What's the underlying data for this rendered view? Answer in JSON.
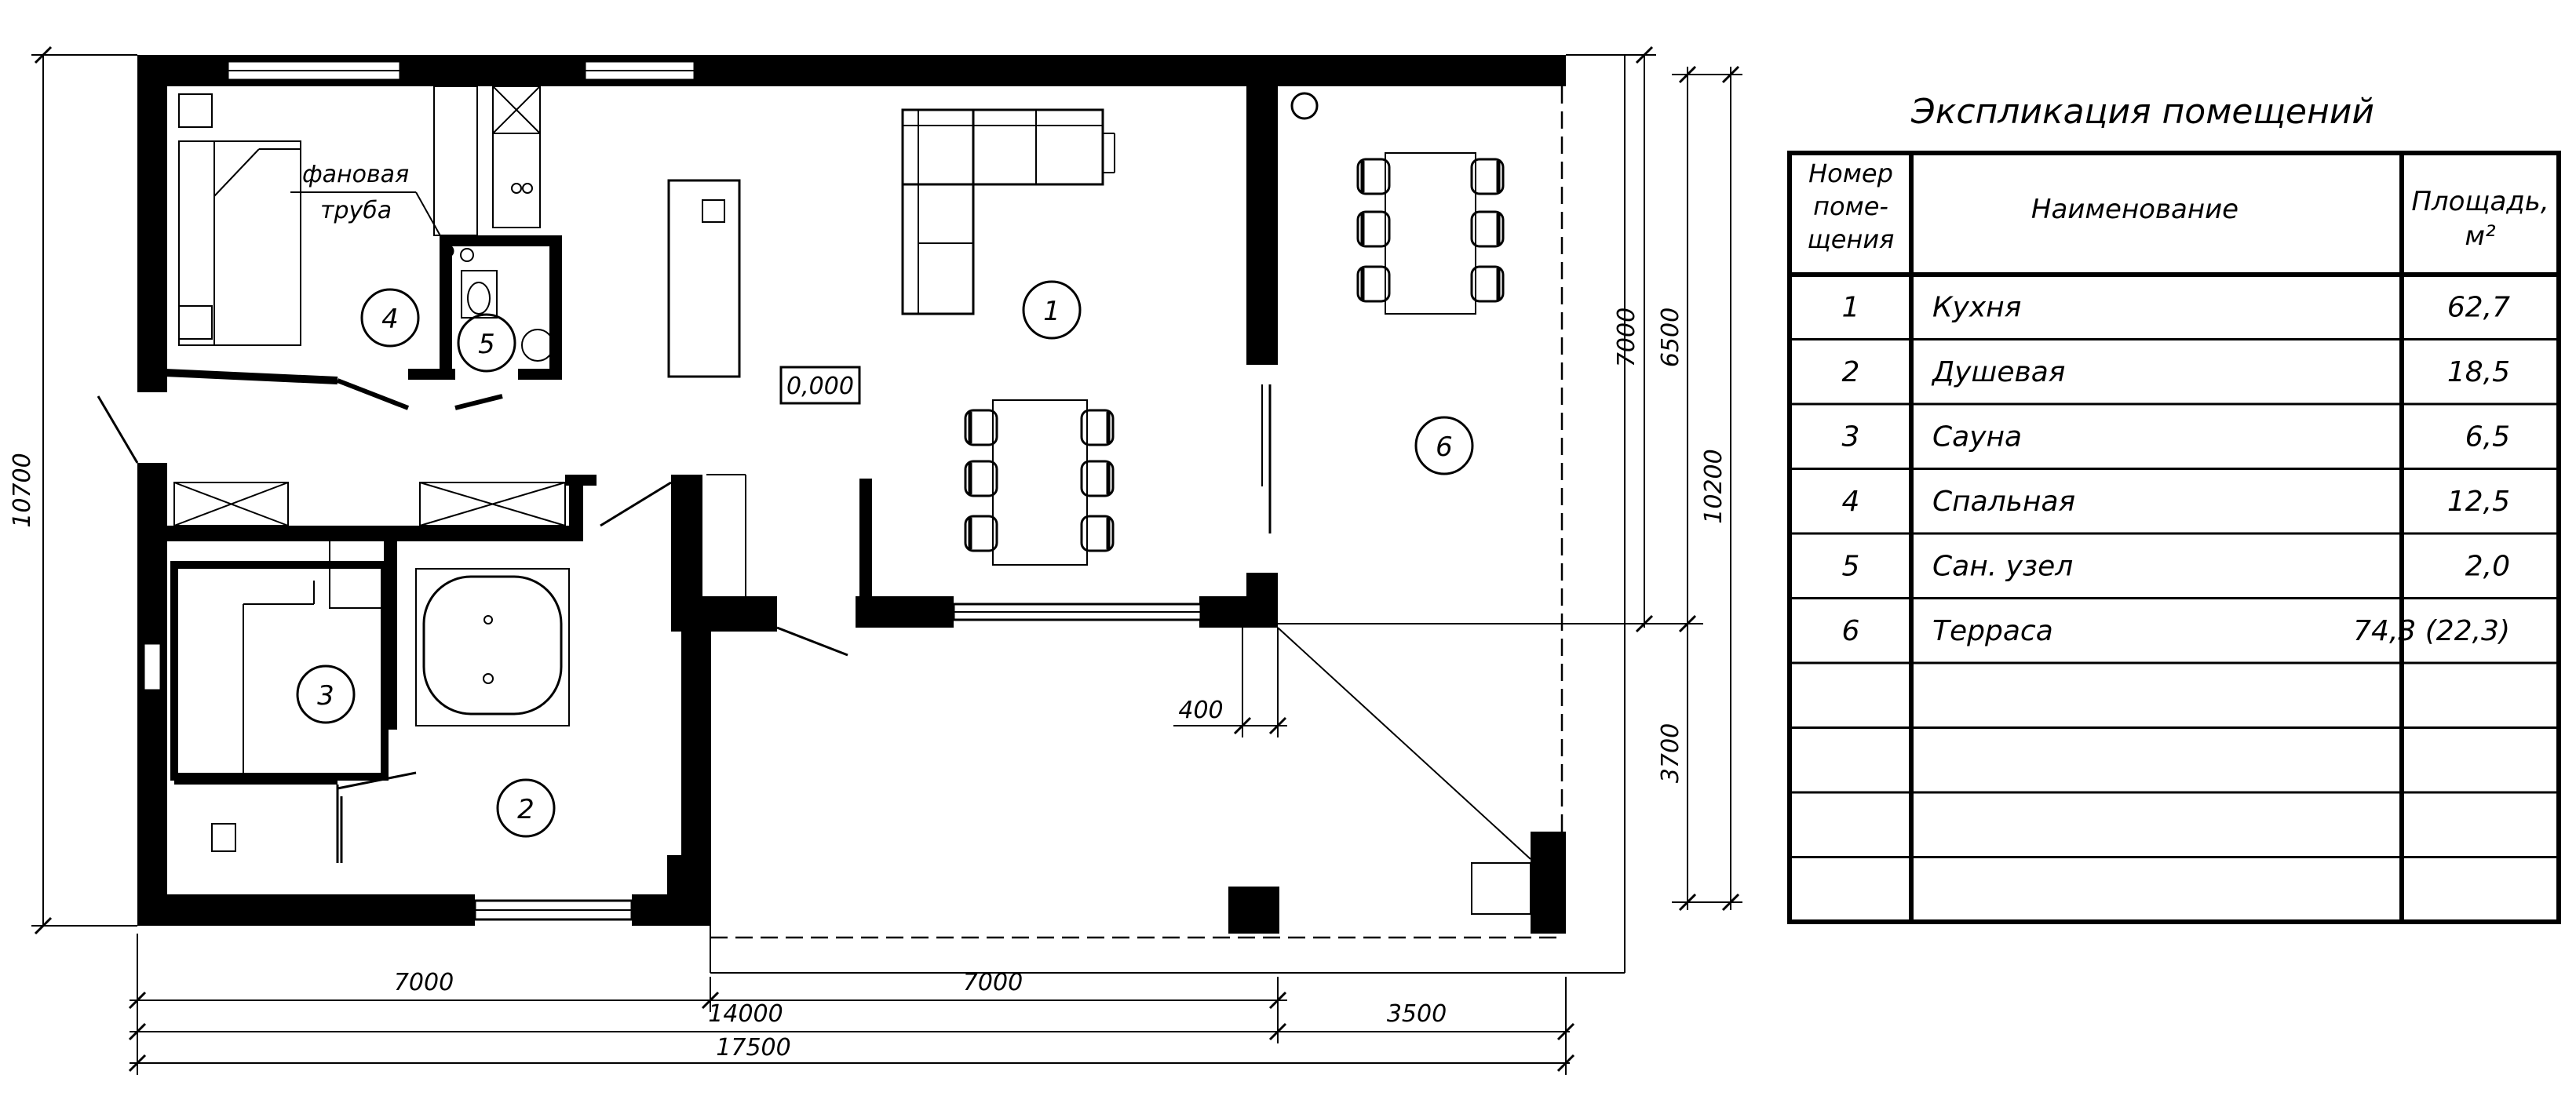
{
  "title": "Экспликация помещений",
  "table": {
    "headers": [
      "Номер поме-щения",
      "Наименование",
      "Площадь, м²"
    ],
    "header_lines": {
      "number": [
        "Номер",
        "поме-",
        "щения"
      ],
      "name": [
        "Наименование"
      ],
      "area": [
        "Площадь,",
        "м²"
      ]
    },
    "rows": [
      {
        "num": "1",
        "name": "Кухня",
        "area": "62,7"
      },
      {
        "num": "2",
        "name": "Душевая",
        "area": "18,5"
      },
      {
        "num": "3",
        "name": "Сауна",
        "area": "6,5"
      },
      {
        "num": "4",
        "name": "Спальная",
        "area": "12,5"
      },
      {
        "num": "5",
        "name": "Сан. узел",
        "area": "2,0"
      },
      {
        "num": "6",
        "name": "Терраса",
        "area": "74,3 (22,3)"
      }
    ],
    "empty_rows": 4
  },
  "plan": {
    "room_labels": [
      "1",
      "2",
      "3",
      "4",
      "5",
      "6"
    ],
    "pipe_note": [
      "фановая",
      "труба"
    ],
    "elevation_mark": "0,000",
    "dimensions": {
      "bottom_7000_left": "7000",
      "bottom_7000_right": "7000",
      "bottom_14000": "14000",
      "bottom_3500": "3500",
      "bottom_17500": "17500",
      "left_10700": "10700",
      "right_7000": "7000",
      "right_6500": "6500",
      "right_10200": "10200",
      "right_3700": "3700",
      "inner_400": "400"
    }
  }
}
